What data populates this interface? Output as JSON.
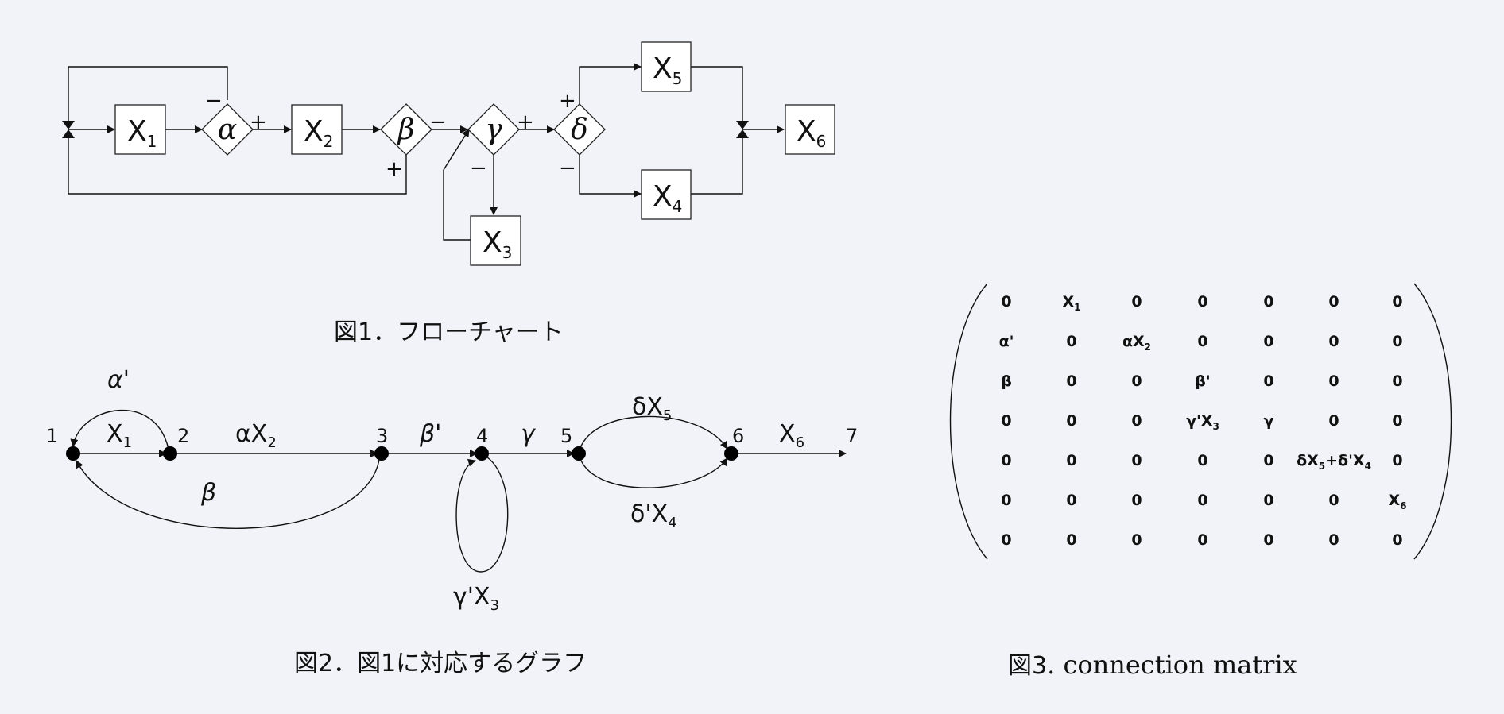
{
  "figure1": {
    "caption": "図1．フローチャート",
    "boxes": {
      "x1": {
        "label": "X",
        "sub": "1"
      },
      "x2": {
        "label": "X",
        "sub": "2"
      },
      "x3": {
        "label": "X",
        "sub": "3"
      },
      "x4": {
        "label": "X",
        "sub": "4"
      },
      "x5": {
        "label": "X",
        "sub": "5"
      },
      "x6": {
        "label": "X",
        "sub": "6"
      }
    },
    "decisions": {
      "alpha": "α",
      "beta": "β",
      "gamma": "γ",
      "delta": "δ"
    },
    "signs": {
      "plus": "+",
      "minus": "−"
    }
  },
  "figure2": {
    "caption": "図2．図1に対応するグラフ",
    "nodes": [
      "1",
      "2",
      "3",
      "4",
      "5",
      "6",
      "7"
    ],
    "edges": {
      "x1": {
        "label": "X",
        "sub": "1"
      },
      "alpha_x2": {
        "label": "αX",
        "sub": "2"
      },
      "beta_prime": "β'",
      "gamma": "γ",
      "delta_x5": {
        "label": "δX",
        "sub": "5"
      },
      "delta_prime_x4": {
        "label": "δ'X",
        "sub": "4"
      },
      "x6": {
        "label": "X",
        "sub": "6"
      },
      "alpha_prime": "α'",
      "beta": "β",
      "gamma_prime_x3": {
        "label": "γ'X",
        "sub": "3"
      }
    }
  },
  "figure3": {
    "caption_prefix": "図3",
    "caption_text": ". connection matrix",
    "matrix": [
      [
        [
          "0"
        ],
        [
          "X",
          "1"
        ],
        [
          "0"
        ],
        [
          "0"
        ],
        [
          "0"
        ],
        [
          "0"
        ],
        [
          "0"
        ]
      ],
      [
        [
          "α'"
        ],
        [
          "0"
        ],
        [
          "αX",
          "2"
        ],
        [
          "0"
        ],
        [
          "0"
        ],
        [
          "0"
        ],
        [
          "0"
        ]
      ],
      [
        [
          "β"
        ],
        [
          "0"
        ],
        [
          "0"
        ],
        [
          "β'"
        ],
        [
          "0"
        ],
        [
          "0"
        ],
        [
          "0"
        ]
      ],
      [
        [
          "0"
        ],
        [
          "0"
        ],
        [
          "0"
        ],
        [
          "γ'X",
          "3"
        ],
        [
          "γ"
        ],
        [
          "0"
        ],
        [
          "0"
        ]
      ],
      [
        [
          "0"
        ],
        [
          "0"
        ],
        [
          "0"
        ],
        [
          "0"
        ],
        [
          "0"
        ],
        [
          "δX",
          "5",
          "+δ'X",
          "4"
        ],
        [
          "0"
        ]
      ],
      [
        [
          "0"
        ],
        [
          "0"
        ],
        [
          "0"
        ],
        [
          "0"
        ],
        [
          "0"
        ],
        [
          "0"
        ],
        [
          "X",
          "6"
        ]
      ],
      [
        [
          "0"
        ],
        [
          "0"
        ],
        [
          "0"
        ],
        [
          "0"
        ],
        [
          "0"
        ],
        [
          "0"
        ],
        [
          "0"
        ]
      ]
    ]
  }
}
